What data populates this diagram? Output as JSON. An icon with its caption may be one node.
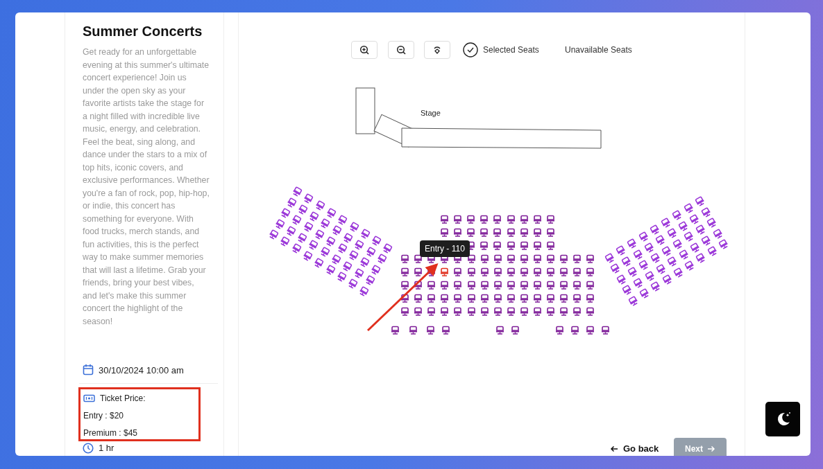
{
  "diagram": {
    "title": "Summer Concerts",
    "nodes": [
      {
        "text": [
          "Ticket Price:",
          "Entry : $20",
          "Premium : $45"
        ]
      },
      {
        "text": [
          "Entry - 110"
        ]
      },
      {
        "text": [],
        "shape": "picture"
      }
    ],
    "edges": [
      {
        "from": null,
        "to": 2,
        "arrow": "to",
        "color": "#e0301e"
      }
    ],
    "labels": [
      "Get ready for an unforgettable evening at this summer's ultimate concert experience! Join us under the open sky as your favorite artists take the stage for a night filled with incredible live music, energy, and celebration. Feel the beat, sing along, and dance under the stars to a mix of top hits, iconic covers, and exclusive performances. Whether you're a fan of rock, pop, hip-hop, or indie, this concert has something for everyone. With food trucks, merch stands, and fun activities, this is the perfect way to make summer memories that will last a lifetime. Grab your friends, bring your best vibes, and let's make this summer concert the highlight of the season!",
      "30/10/2024 10:00 am",
      "1 hr",
      "Selected Seats",
      "Unavailable Seats",
      "Stage",
      "Go back",
      "Next"
    ]
  }
}
